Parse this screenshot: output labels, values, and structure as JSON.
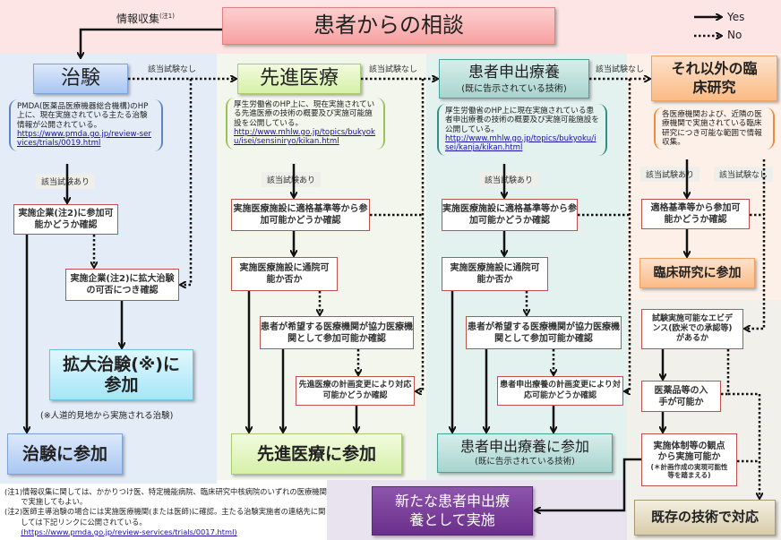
{
  "header": {
    "title": "患者からの相談",
    "info_label": "情報収集",
    "info_note": "(注1)"
  },
  "legend": {
    "yes": "Yes",
    "no": "No"
  },
  "edge_labels": {
    "found": "該当試験あり",
    "not_found": "該当試験なし"
  },
  "col1": {
    "title": "治験",
    "note": "PMDA(医薬品医療機器総合機構)のHP上に、現在実施されている主たる治験情報が公開されている。",
    "note_link": "https://www.pmda.go.jp/review-services/trials/0019.html",
    "step1": "実施企業(注2)に参加可能かどうか確認",
    "step2": "実施企業(注2)に拡大治験の可否につき確認",
    "expanded": "拡大治験(※)に参加",
    "expanded_note": "(※人道的見地から実施される治験)",
    "result": "治験に参加"
  },
  "col2": {
    "title": "先進医療",
    "note": "厚生労働省のHP上に、現在実施されている先進医療の技術の概要及び実施可能施設を公開している。",
    "note_link": "http://www.mhlw.go.jp/topics/bukyoku/isei/sensiniryo/kikan.html",
    "step1": "実施医療施設に適格基準等から参加可能かどうか確認",
    "step2": "実施医療施設に通院可能か否か",
    "step3": "患者が希望する医療機関が協力医療機関として参加可能か確認",
    "step4": "先進医療の計画変更により対応可能かどうか確認",
    "result": "先進医療に参加"
  },
  "col3": {
    "title": "患者申出療養",
    "subtitle": "(既に告示されている技術)",
    "note": "厚生労働省のHP上に現在実施されている患者申出療養の技術の概要及び実施可能施設を公開している。",
    "note_link": "http://www.mhlw.go.jp/topics/bukyoku/isei/kanja/kikan.html",
    "step1": "実施医療施設に適格基準等から参加可能かどうか確認",
    "step2": "実施医療施設に通院可能か否か",
    "step3": "患者が希望する医療機関が協力医療機関として参加可能か確認",
    "step4": "患者申出療養の計画変更により対応可能かどうか確認",
    "result": "患者申出療養に参加",
    "result_sub": "(既に告示されている技術)"
  },
  "col4": {
    "title": "それ以外の臨床研究",
    "note": "各医療機関および、近隣の医療機関で実施されている臨床研究につき可能な範囲で情報収集。",
    "step1": "適格基準等から参加可能かどうか確認",
    "result": "臨床研究に参加",
    "q1": "試験実施可能なエビデンス(欧米での承認等)があるか",
    "q2": "医薬品等の入手が可能か",
    "q3": "実施体制等の観点から実施可能か",
    "q3_sub": "(＊計画作成の実現可能性等を踏まえる)",
    "existing": "既存の技術で対応"
  },
  "new_pcp": "新たな患者申出療養として実施",
  "footnotes": {
    "n1": "(注1)情報収集に関しては、かかりつけ医、特定機能病院、臨床研究中核病院のいずれの医療機関で実施してもよい。",
    "n2": "(注2)医師主導治験の場合には実施医療機関(または医師)に確認。主たる治験実施者の連絡先に関しては下記リンクに公開されている。",
    "n2_link": "(https://www.pmda.go.jp/review-services/trials/0017.html)"
  },
  "colors": {
    "trial": "#c6d9f5",
    "advanced": "#e4f4c0",
    "pcp": "#bfe0dc",
    "other": "#fcc99a",
    "new": "#7a3f98",
    "check_border": "#c0504d"
  }
}
